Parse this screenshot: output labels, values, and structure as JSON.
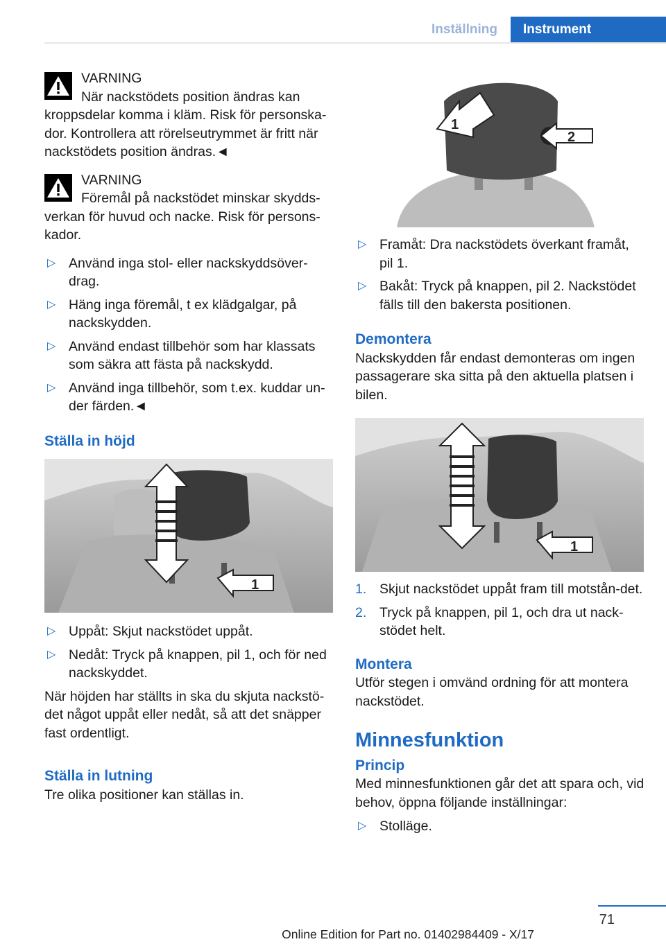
{
  "header": {
    "tab_inactive": "Inställning",
    "tab_active": "Instrument"
  },
  "left": {
    "warning1": {
      "title": "VARNING",
      "body": "När nackstödets position ändras kan kroppsdelar komma i kläm. Risk för personska-dor. Kontrollera att rörelseutrymmet är fritt när nackstödets position ändras.◄"
    },
    "warning2": {
      "title": "VARNING",
      "body": "Föremål på nackstödet minskar skydds-verkan för huvud och nacke. Risk för persons-kador."
    },
    "bullets1": [
      "Använd inga stol- eller nackskyddsöver-drag.",
      "Häng inga föremål, t ex klädgalgar, på nackskydden.",
      "Använd endast tillbehör som har klassats som säkra att fästa på nackskydd.",
      "Använd inga tillbehör, som t.ex. kuddar un-der färden.◄"
    ],
    "heading_height": "Ställa in höjd",
    "bullets2": [
      "Uppåt: Skjut nackstödet uppåt.",
      "Nedåt: Tryck på knappen, pil 1, och för ned nackskyddet."
    ],
    "para_height": "När höjden har ställts in ska du skjuta nackstö-det något uppåt eller nedåt, så att det snäpper fast ordentligt.",
    "heading_tilt": "Ställa in lutning",
    "para_tilt": "Tre olika positioner kan ställas in."
  },
  "right": {
    "bullets1": [
      "Framåt: Dra nackstödets överkant framåt, pil 1.",
      "Bakåt: Tryck på knappen, pil 2. Nackstödet fälls till den bakersta positionen."
    ],
    "heading_remove": "Demontera",
    "para_remove": "Nackskydden får endast demonteras om ingen passagerare ska sitta på den aktuella platsen i bilen.",
    "steps": [
      {
        "n": "1.",
        "text": "Skjut nackstödet uppåt fram till motstån-det."
      },
      {
        "n": "2.",
        "text": "Tryck på knappen, pil 1, och dra ut nack-stödet helt."
      }
    ],
    "heading_mount": "Montera",
    "para_mount": "Utför stegen i omvänd ordning för att montera nackstödet.",
    "heading_memory": "Minnesfunktion",
    "heading_principle": "Princip",
    "para_principle": "Med minnesfunktionen går det att spara och, vid behov, öppna följande inställningar:",
    "bullets2": [
      "Stolläge."
    ]
  },
  "image_labels": {
    "height_arrow": "1",
    "tilt_arrow1": "1",
    "tilt_arrow2": "2",
    "remove_arrow": "1"
  },
  "footer": {
    "page": "71",
    "edition": "Online Edition for Part no. 01402984409 - X/17"
  },
  "colors": {
    "accent": "#1f6bc4"
  }
}
